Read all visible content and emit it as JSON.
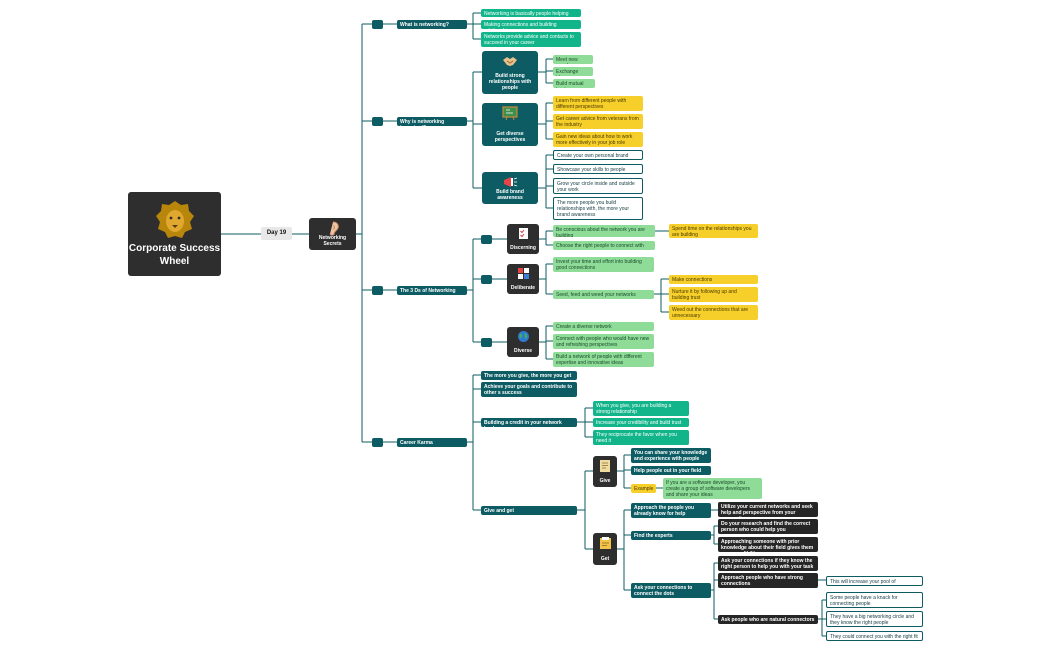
{
  "root": {
    "title": "Corporate Success Wheel",
    "icon": "lion-head-icon"
  },
  "day": {
    "label": "Day 19"
  },
  "hub": {
    "label": "Networking Secrets",
    "icon": "ear-icon"
  },
  "what": {
    "label": "What is networking?",
    "items": [
      "Networking is basically people helping people",
      "Making connections and building relationships",
      "Networks provide advice and contacts to succeed in your career"
    ]
  },
  "why": {
    "label": "Why is networking important?",
    "build": {
      "label": "Build strong relationships with people",
      "icon": "handshake-icon",
      "items": [
        "Meet new people",
        "Exchange ideas",
        "Build mutual trust"
      ]
    },
    "diverse": {
      "label": "Get diverse perspectives",
      "icon": "chalkboard-icon",
      "items": [
        "Learn from different people with different perspectives",
        "Get career advice from veterans from the industry",
        "Gain new ideas about how to work more effectively in your job role"
      ]
    },
    "brand": {
      "label": "Build brand awareness",
      "icon": "megaphone-icon",
      "items": [
        "Create your own personal brand",
        "Showcase your skills to people",
        "Grow your circle inside and outside your work",
        "The more people you build relationships with, the more your brand awareness"
      ]
    }
  },
  "threeds": {
    "label": "The 3 Ds of Networking",
    "discerning": {
      "label": "Discerning",
      "icon": "checklist-icon",
      "items": [
        "Be conscious about the network you are building",
        "Choose the right people to connect with"
      ],
      "sub": "Spend time on the relationships you are building"
    },
    "deliberate": {
      "label": "Deliberate",
      "icon": "decision-icon",
      "items": [
        "Invest your time and effort into building good connections",
        "Seed, feed and weed your networks"
      ],
      "sub": [
        "Make connections",
        "Nurture it by following up and building trust",
        "Weed out the connections that are unnecessary"
      ]
    },
    "diverse": {
      "label": "Diverse",
      "icon": "globe-icon",
      "items": [
        "Create a diverse network",
        "Connect with people who would have new and refreshing perspectives",
        "Build a network of people with different expertise and innovative ideas"
      ]
    }
  },
  "karma": {
    "label": "Career Karma",
    "items": [
      "The more you give, the more you get",
      "Achieve your goals and contribute to other s success",
      "Building a credit in your network bank",
      "Give and get"
    ],
    "credit": [
      "When you give, you are building a strong relationship",
      "Increase your credibility and build trust",
      "They reciprocate the favor when you need it"
    ],
    "give": {
      "label": "Give",
      "icon": "scroll-icon",
      "items": [
        "You can share your knowledge and experience with people",
        "Help people out in your field",
        "Example"
      ],
      "example": "If you are a software developer, you create a group of software developers and share your ideas"
    },
    "get": {
      "label": "Get",
      "icon": "book-icon",
      "items": [
        "Approach the people you already know for help",
        "Find the experts",
        "Ask your connections to connect the dots"
      ],
      "help": "Utilize your current networks and seek help and perspective from your connections",
      "experts": [
        "Do your research and find the correct person who could help you",
        "Approaching someone with prior knowledge about their field gives them more credibility"
      ],
      "dots": [
        "Ask your connections if they know the right person to help you with your task",
        "Approach people who have strong connections",
        "Ask people who are natural connectors"
      ],
      "pool": "This will increase your pool of connections",
      "natural": [
        "Some people have a knack for connecting people",
        "They have a big networking circle and they know the right people",
        "They could connect you with the right fit"
      ]
    }
  },
  "colors": {
    "teal": "#0d5c63",
    "green": "#8fdc98",
    "mint": "#12b58a",
    "yellow": "#f6cf2b",
    "dark": "#262626"
  }
}
